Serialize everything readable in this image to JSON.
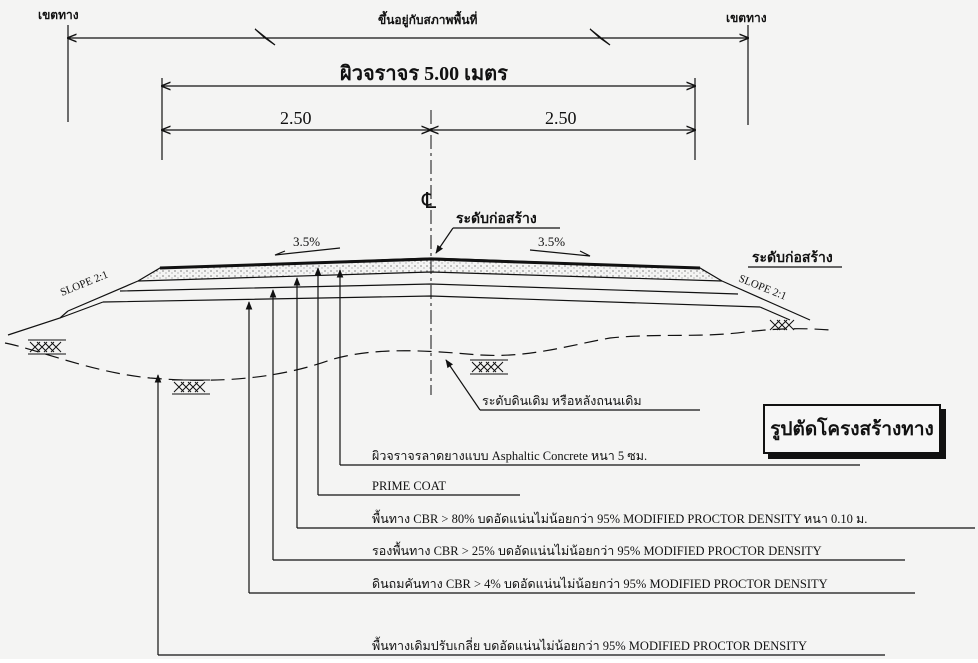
{
  "drawing": {
    "row_left": "เขตทาง",
    "row_right": "เขตทาง",
    "row_middle": "ขึ้นอยู่กับสภาพพื้นที่",
    "pavement_width": "ผิวจราจร 5.00 เมตร",
    "half_left": "2.50",
    "half_right": "2.50",
    "centerline": "℄",
    "crown_level": "ระดับก่อสร้าง",
    "edge_level": "ระดับก่อสร้าง",
    "slope_left": "3.5%",
    "slope_right": "3.5%",
    "side_slope_left": "SLOPE 2:1",
    "side_slope_right": "SLOPE 2:1",
    "existing_ground": "ระดับดินเดิม หรือหลังถนนเดิม",
    "title": "รูปตัดโครงสร้างทาง"
  },
  "layers": [
    "ผิวจราจรลาดยางแบบ Asphaltic Concrete หนา 5 ซม.",
    "PRIME COAT",
    "พื้นทาง CBR > 80% บดอัดแน่นไม่น้อยกว่า 95% MODIFIED PROCTOR DENSITY หนา 0.10 ม.",
    "รองพื้นทาง CBR > 25% บดอัดแน่นไม่น้อยกว่า 95% MODIFIED PROCTOR DENSITY",
    "ดินถมคันทาง CBR > 4% บดอัดแน่นไม่น้อยกว่า 95% MODIFIED PROCTOR DENSITY",
    "พื้นทางเดิมปรับเกลี่ย บดอัดแน่นไม่น้อยกว่า 95% MODIFIED PROCTOR DENSITY"
  ]
}
